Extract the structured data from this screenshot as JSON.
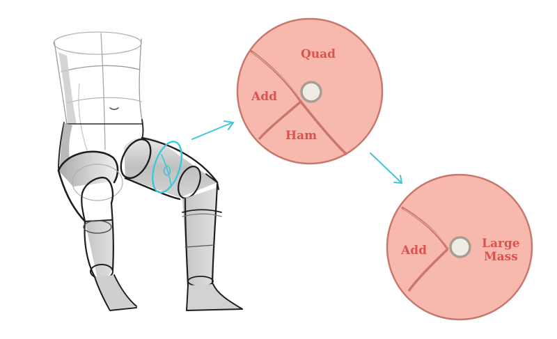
{
  "colors": {
    "section_fill": "#f7b9ad",
    "section_stroke": "#c9776c",
    "label_text": "#d9534f",
    "bone_fill": "#efece6",
    "bone_stroke": "#a79d92",
    "arrow": "#3cc8dc",
    "sketch_line": "#2a2a2a",
    "sketch_shade": "#b9b9b9"
  },
  "cross_section_1": {
    "labels": {
      "quad": "Quad",
      "add": "Add",
      "ham": "Ham"
    }
  },
  "cross_section_2": {
    "labels": {
      "add": "Add",
      "large_mass_line1": "Large",
      "large_mass_line2": "Mass"
    }
  }
}
